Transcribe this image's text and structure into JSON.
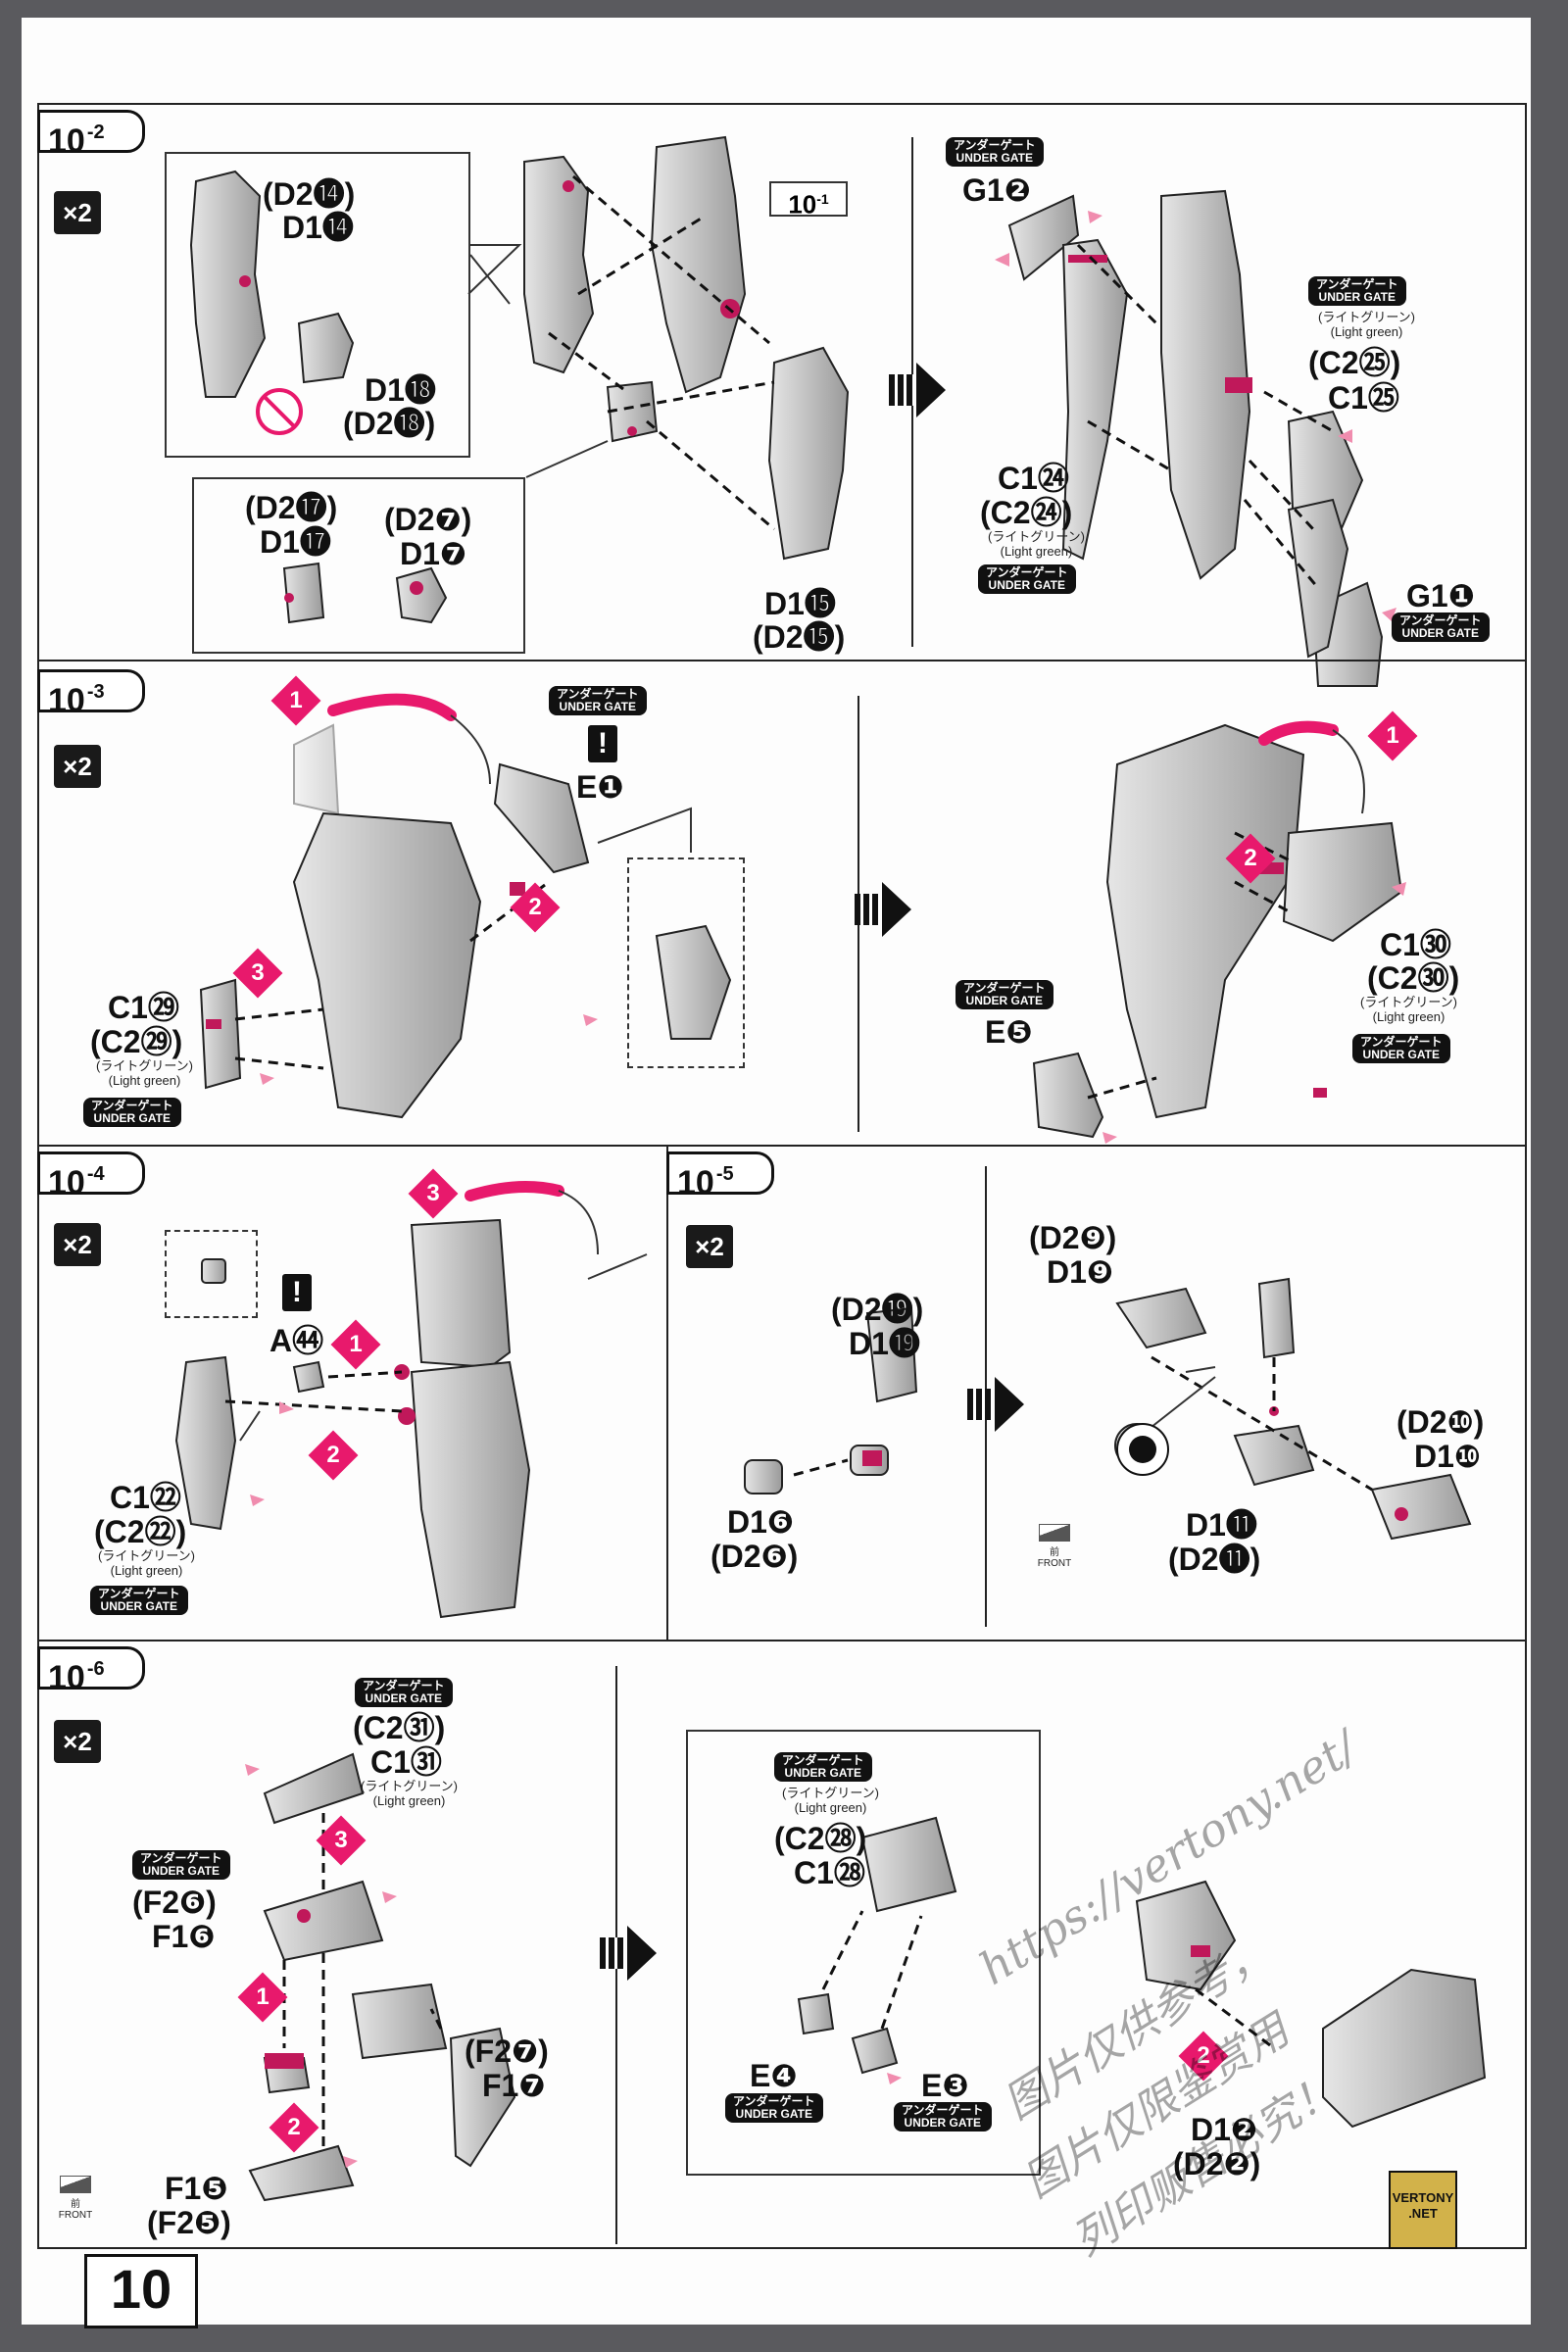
{
  "page_number": "10",
  "gate_jp": "アンダーゲート",
  "gate_en": "UNDER GATE",
  "light_green_jp": "(ライトグリーン)",
  "light_green_en": "(Light green)",
  "qty": "×2",
  "front_jp": "前",
  "front_en": "FRONT",
  "warn_mark": "!",
  "watermark": {
    "url": "https://vertony.net/",
    "line1": "图片仅供参考，",
    "line2": "图片仅限鉴赏用",
    "line3": "列印贩售必究！"
  },
  "logo": {
    "line1": "VERTONY",
    "line2": ".NET"
  },
  "steps": [
    {
      "id": "step-10-2",
      "main": "10",
      "sub": "-2"
    },
    {
      "id": "step-10-3",
      "main": "10",
      "sub": "-3"
    },
    {
      "id": "step-10-4",
      "main": "10",
      "sub": "-4"
    },
    {
      "id": "step-10-5",
      "main": "10",
      "sub": "-5"
    },
    {
      "id": "step-10-6",
      "main": "10",
      "sub": "-6"
    }
  ],
  "ref_10_1": {
    "main": "10",
    "sub": "-1"
  },
  "step_10_2": {
    "d2_14": "(D2⓮)",
    "d1_14": "D1⓮",
    "d1_18": "D1⓲",
    "d2_18": "(D2⓲)",
    "d2_17": "(D2⓱)",
    "d1_17": "D1⓱",
    "d2_7": "(D2❼)",
    "d1_7": "D1❼",
    "d1_15": "D1⓯",
    "d2_15": "(D2⓯)",
    "g1_2": "G1❷",
    "c2_25": "(C2㉕)",
    "c1_25": "C1㉕",
    "c1_24": "C1㉔",
    "c2_24": "(C2㉔)",
    "g1_1": "G1❶"
  },
  "step_10_3": {
    "e1_1": "E❶",
    "c1_29": "C1㉙",
    "c2_29": "(C2㉙)",
    "c1_30": "C1㉚",
    "c2_30": "(C2㉚)",
    "e_5": "E❺",
    "n1": "1",
    "n2": "2",
    "n3": "3"
  },
  "step_10_4": {
    "a54": "A㊹",
    "c1_22": "C1㉒",
    "c2_22": "(C2㉒)",
    "n1": "1",
    "n2": "2",
    "n3": "3"
  },
  "step_10_5": {
    "d2_19": "(D2⓳)",
    "d1_19": "D1⓳",
    "d1_6": "D1❻",
    "d2_6": "(D2❻)",
    "d2_9": "(D2❾)",
    "d1_9": "D1❾",
    "d2_10": "(D2❿)",
    "d1_10": "D1❿",
    "d1_11": "D1⓫",
    "d2_11": "(D2⓫)"
  },
  "step_10_6": {
    "c2_31": "(C2㉛)",
    "c1_31": "C1㉛",
    "f2_6": "(F2❻)",
    "f1_6": "F1❻",
    "f2_7": "(F2❼)",
    "f1_7": "F1❼",
    "f1_5": "F1❺",
    "f2_5": "(F2❺)",
    "c2_28": "(C2㉘)",
    "c1_28": "C1㉘",
    "e_4": "E❹",
    "e_3": "E❸",
    "d1_2": "D1❷",
    "d2_2": "(D2❷)",
    "n1": "1",
    "n2": "2",
    "n3": "3"
  }
}
